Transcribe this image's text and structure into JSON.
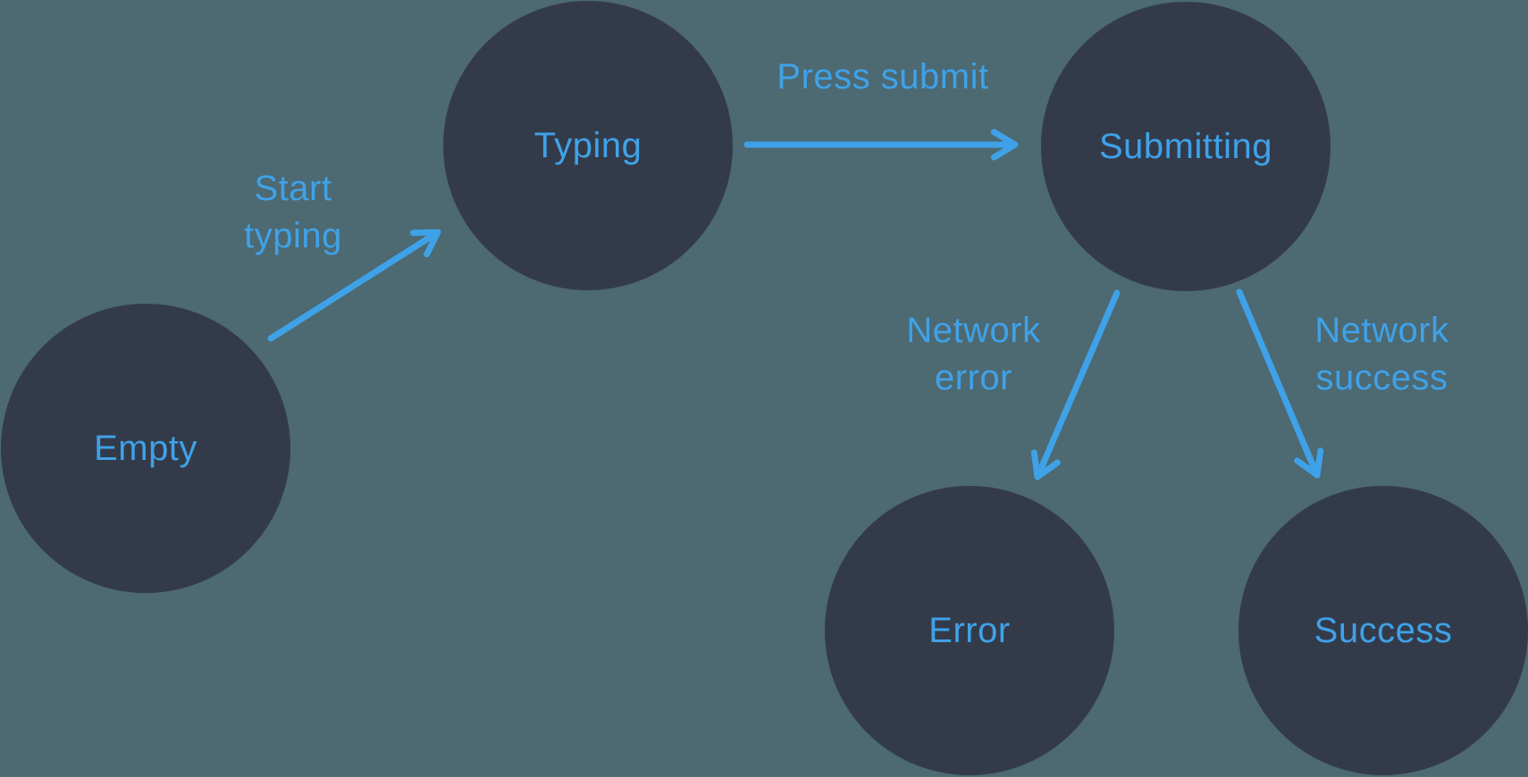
{
  "diagram": {
    "type": "state-machine",
    "nodes": [
      {
        "id": "empty",
        "label": "Empty"
      },
      {
        "id": "typing",
        "label": "Typing"
      },
      {
        "id": "submitting",
        "label": "Submitting"
      },
      {
        "id": "error",
        "label": "Error"
      },
      {
        "id": "success",
        "label": "Success"
      }
    ],
    "edges": [
      {
        "from": "empty",
        "to": "typing",
        "label": "Start typing"
      },
      {
        "from": "typing",
        "to": "submitting",
        "label": "Press submit"
      },
      {
        "from": "submitting",
        "to": "error",
        "label": "Network error"
      },
      {
        "from": "submitting",
        "to": "success",
        "label": "Network success"
      }
    ],
    "colors": {
      "background": "#4D6972",
      "node_fill": "#333B4A",
      "accent": "#3FA2E8"
    }
  }
}
